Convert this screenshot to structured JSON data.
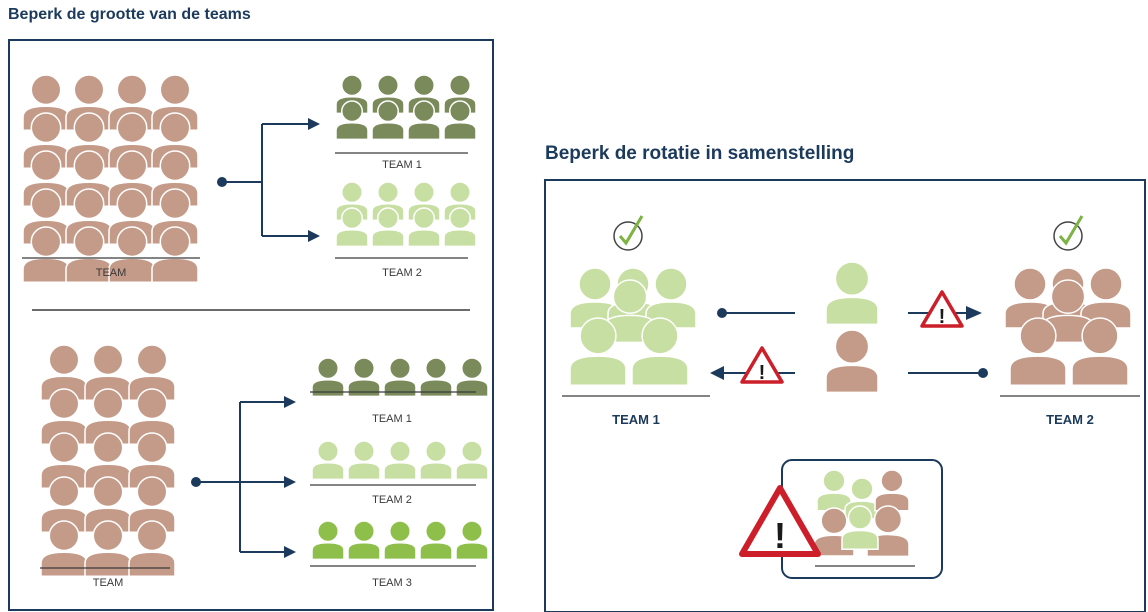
{
  "left_panel": {
    "title": "Beperk de grootte van de teams",
    "top_split": {
      "source_label": "TEAM",
      "target_labels": [
        "TEAM 1",
        "TEAM 2"
      ]
    },
    "bottom_split": {
      "source_label": "TEAM",
      "target_labels": [
        "TEAM 1",
        "TEAM 2",
        "TEAM 3"
      ]
    }
  },
  "right_panel": {
    "title": "Beperk de rotatie in samenstelling",
    "team1_label": "TEAM 1",
    "team2_label": "TEAM 2",
    "warning_symbol": "!"
  },
  "colors": {
    "frame": "#1c3a5c",
    "person_brown": "#c49a88",
    "person_dark_olive": "#7a8a5a",
    "person_light_green": "#c8dfa3",
    "person_bright_green": "#8dbf4a",
    "warning_red": "#cc1f2a",
    "check_green": "#7cb342"
  },
  "icons": [
    "person-icon",
    "arrow-right-icon",
    "arrow-left-icon",
    "warning-triangle-icon",
    "check-circle-icon"
  ]
}
